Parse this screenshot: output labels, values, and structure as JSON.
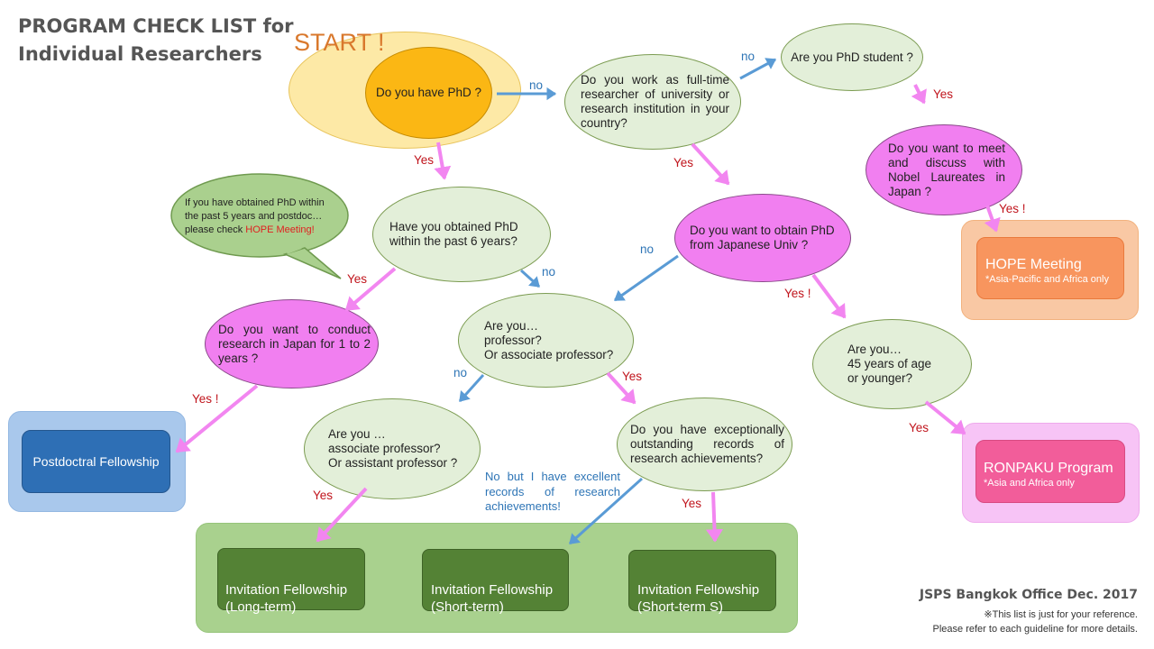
{
  "title": {
    "line1": "PROGRAM CHECK LIST for",
    "line2": "Individual Researchers"
  },
  "start_label": "START !",
  "questions": {
    "have_phd": "Do you have PhD ?",
    "work_fulltime": "Do you work as full-time researcher of university or research institution in your country?",
    "phd_student": "Are you PhD student ?",
    "meet_nobel": "Do you want to meet and discuss with Nobel Laureates in Japan ?",
    "obtained_phd_6": "Have you obtained PhD within the past 6 years?",
    "obtain_phd_japan": "Do you want to obtain PhD from Japanese Univ ?",
    "conduct_research": "Do you want to conduct research in Japan for 1 to 2 years ?",
    "professor": "Are you…\nprofessor?\nOr associate professor?",
    "age_45": "Are you…\n45 years of age\nor younger?",
    "assoc_asst": "Are you …\nassociate professor?\nOr assistant professor ?",
    "outstanding": "Do you have exceptionally outstanding records of research achievements?"
  },
  "speech_bubble": {
    "text": "If you have obtained PhD within the past 5 years and postdoc… please check ",
    "highlight": "HOPE Meeting!"
  },
  "labels": {
    "no_1": "no",
    "no_2": "no",
    "no_3": "no",
    "no_4": "no",
    "no_5": "no",
    "yes_1": "Yes",
    "yes_2": "Yes",
    "yes_3": "Yes",
    "yes_4": "Yes !",
    "yes_5": "Yes",
    "yes_6": "Yes !",
    "yes_7": "Yes !",
    "yes_8": "Yes",
    "yes_9": "Yes",
    "yes_10": "Yes",
    "yes_11": "Yes",
    "excellent": "No but I have excellent records of research achievements!"
  },
  "programs": {
    "hope": {
      "name": "HOPE Meeting",
      "note": "*Asia-Pacific and Africa only"
    },
    "ronpaku": {
      "name": "RONPAKU Program",
      "note": "*Asia and Africa only"
    },
    "postdoc": {
      "name": "Postdoctral Fellowship"
    },
    "inv_long": {
      "name": "Invitation Fellowship\n(Long-term)"
    },
    "inv_short": {
      "name": "Invitation Fellowship\n(Short-term)"
    },
    "inv_short_s": {
      "name": "Invitation Fellowship\n(Short-term S)"
    }
  },
  "footer": {
    "office": "JSPS Bangkok Office Dec. 2017",
    "note1": "※This list is just for your reference.",
    "note2": "Please refer to each guideline for more details."
  },
  "colors": {
    "yes_arrow": "#f286f0",
    "no_arrow": "#5a9bd5",
    "green_oval": "#e3efd9",
    "pink_oval": "#f17ff0",
    "hope_box": "#f8955e",
    "ronpaku_box": "#f25d9a",
    "postdoc_box": "#2e6fb5",
    "invitation_box": "#548235"
  }
}
